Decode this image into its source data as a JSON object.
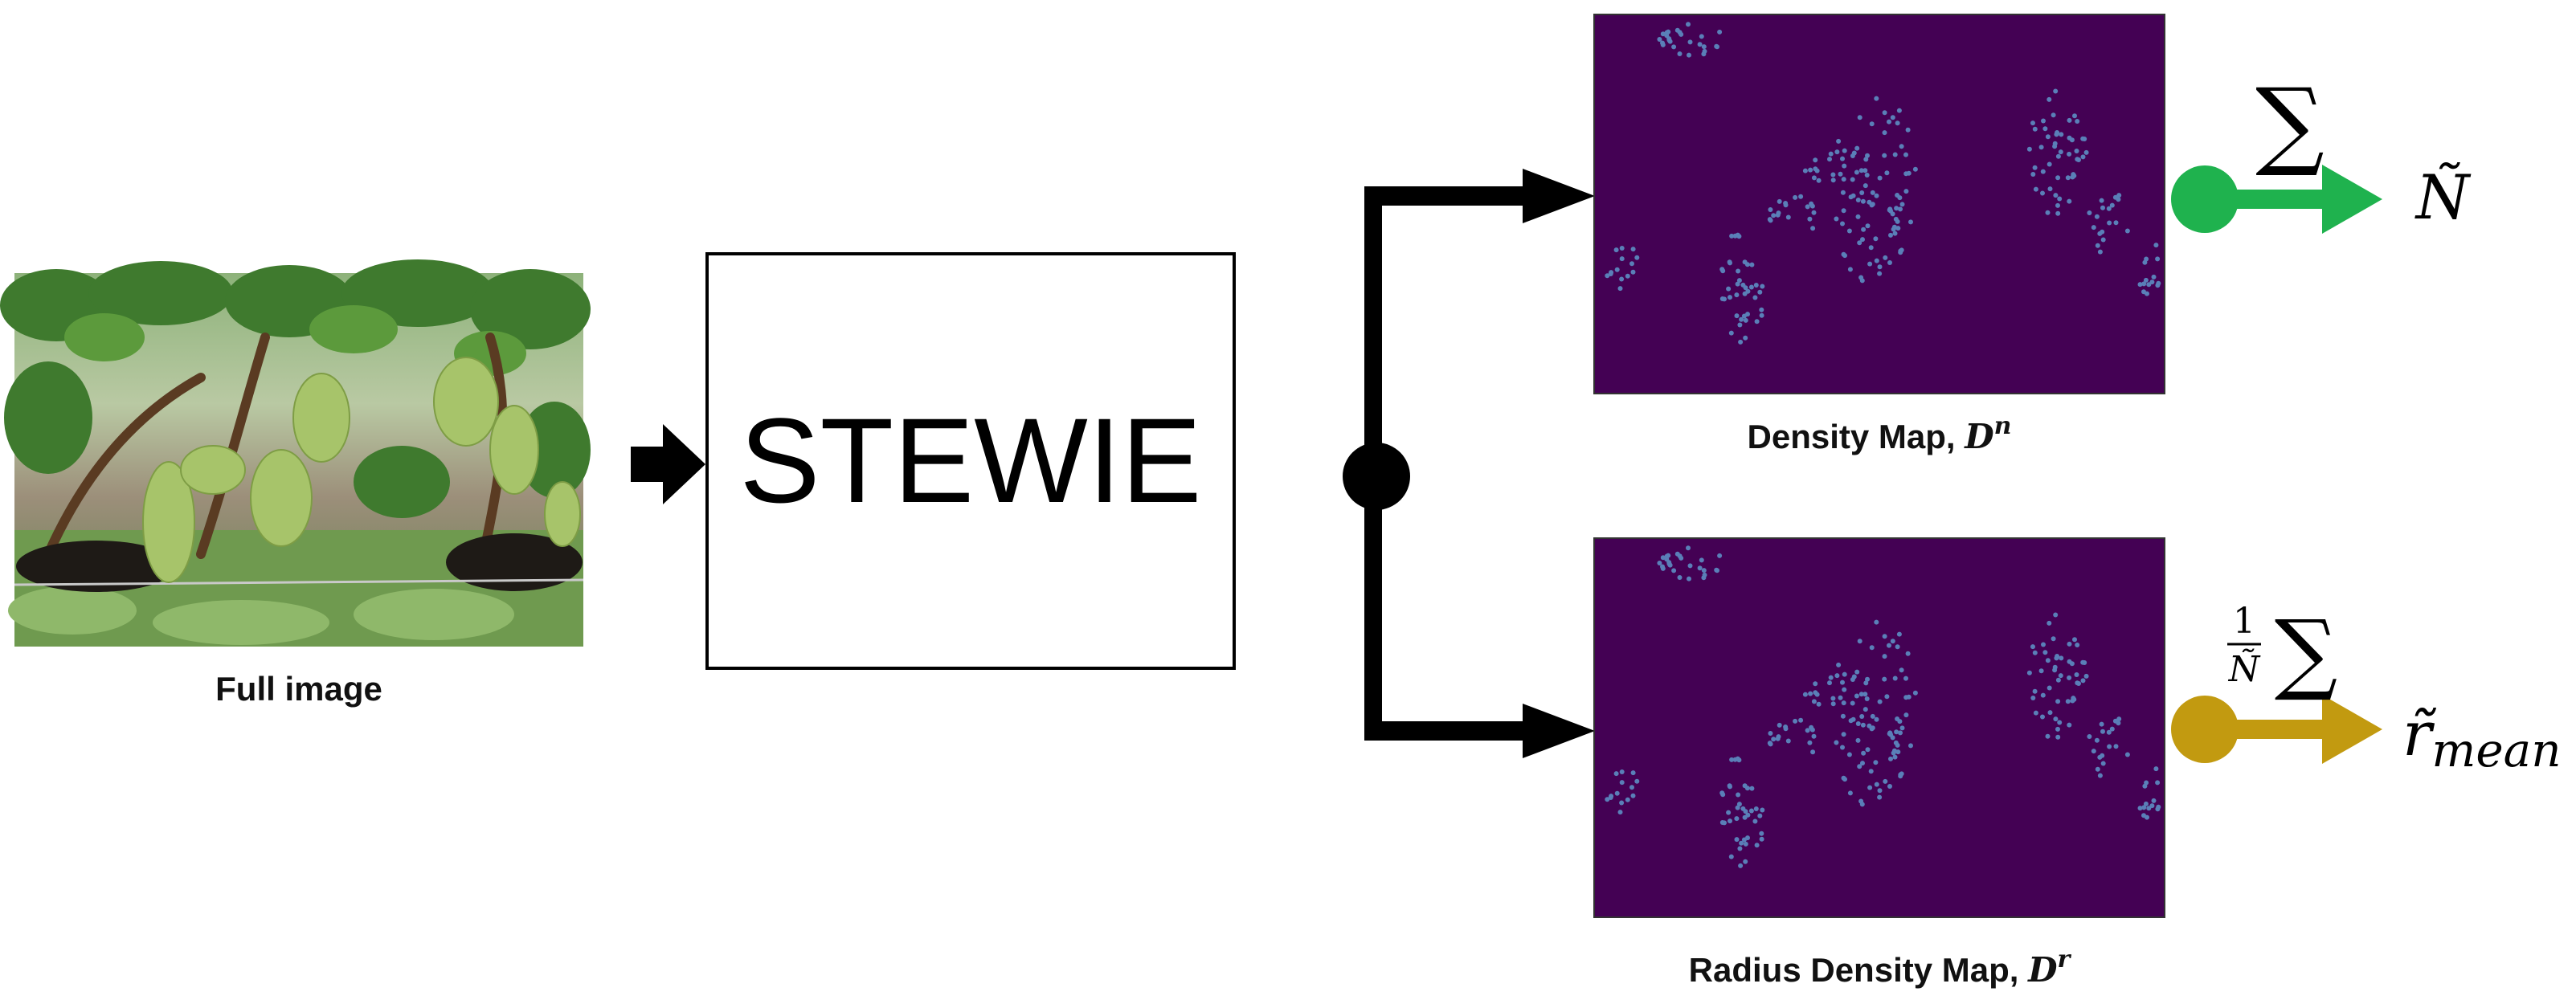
{
  "labels": {
    "full_image": "Full image",
    "model": "STEWIE",
    "density_map": {
      "name": "Density Map, ",
      "symbol": "D",
      "sup": "n"
    },
    "radius_density_map": {
      "name": "Radius Density Map, ",
      "symbol": "D",
      "sup": "r"
    }
  },
  "operations": {
    "sum": "∑",
    "normalized_sum": {
      "numerator": "1",
      "denominator": "Ñ",
      "sum": "∑"
    }
  },
  "outputs": {
    "count": "Ñ",
    "mean_radius": {
      "symbol": "r̃",
      "subscript": "mean"
    }
  },
  "colors": {
    "count_output": "#1fb24e",
    "radius_output": "#c29a10",
    "map_background": "#440154",
    "map_dots": "#5a7fb8",
    "flow": "#000000"
  }
}
